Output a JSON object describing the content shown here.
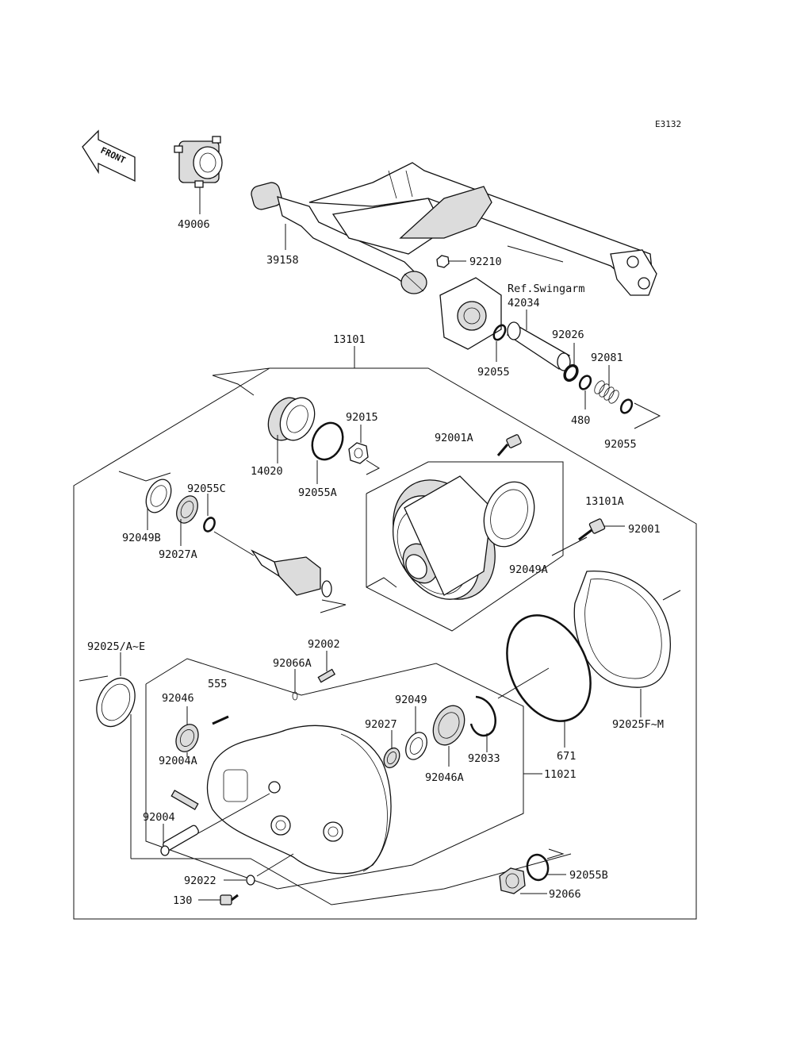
{
  "diagram_code": "E3132",
  "front_arrow_text": "FRONT",
  "ref_note": "Ref.Swingarm",
  "labels": [
    {
      "id": "49006",
      "text": "49006"
    },
    {
      "id": "39158",
      "text": "39158"
    },
    {
      "id": "92210",
      "text": "92210"
    },
    {
      "id": "42034",
      "text": "42034"
    },
    {
      "id": "92026",
      "text": "92026"
    },
    {
      "id": "92081",
      "text": "92081"
    },
    {
      "id": "92055-top",
      "text": "92055"
    },
    {
      "id": "480",
      "text": "480"
    },
    {
      "id": "92055-right",
      "text": "92055"
    },
    {
      "id": "13101",
      "text": "13101"
    },
    {
      "id": "92015",
      "text": "92015"
    },
    {
      "id": "14020",
      "text": "14020"
    },
    {
      "id": "92055A",
      "text": "92055A"
    },
    {
      "id": "92001A",
      "text": "92001A"
    },
    {
      "id": "92055C",
      "text": "92055C"
    },
    {
      "id": "92049B",
      "text": "92049B"
    },
    {
      "id": "92027A",
      "text": "92027A"
    },
    {
      "id": "13101A",
      "text": "13101A"
    },
    {
      "id": "92001",
      "text": "92001"
    },
    {
      "id": "92049A",
      "text": "92049A"
    },
    {
      "id": "92025AE",
      "text": "92025/A~E"
    },
    {
      "id": "92002",
      "text": "92002"
    },
    {
      "id": "92066A",
      "text": "92066A"
    },
    {
      "id": "555",
      "text": "555"
    },
    {
      "id": "92046",
      "text": "92046"
    },
    {
      "id": "92004A",
      "text": "92004A"
    },
    {
      "id": "92049",
      "text": "92049"
    },
    {
      "id": "92027",
      "text": "92027"
    },
    {
      "id": "92046A",
      "text": "92046A"
    },
    {
      "id": "92033",
      "text": "92033"
    },
    {
      "id": "671",
      "text": "671"
    },
    {
      "id": "92025FM",
      "text": "92025F~M"
    },
    {
      "id": "11021",
      "text": "11021"
    },
    {
      "id": "92004",
      "text": "92004"
    },
    {
      "id": "92022",
      "text": "92022"
    },
    {
      "id": "130",
      "text": "130"
    },
    {
      "id": "92055B",
      "text": "92055B"
    },
    {
      "id": "92066",
      "text": "92066"
    }
  ]
}
